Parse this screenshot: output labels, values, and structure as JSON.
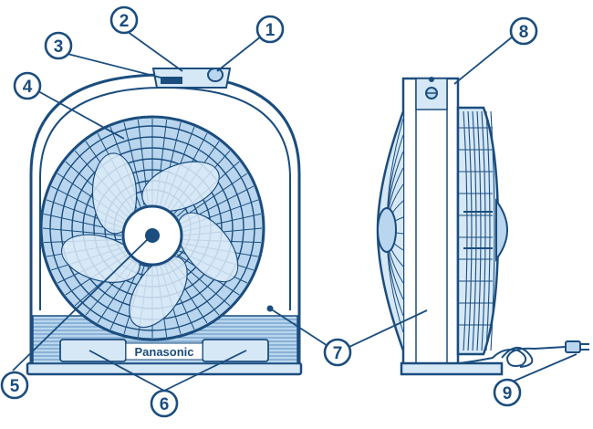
{
  "figure": {
    "brand_text": "Panasonic",
    "callouts": [
      "1",
      "2",
      "3",
      "4",
      "5",
      "6",
      "7",
      "8",
      "9"
    ],
    "colors": {
      "line": "#1b4d7e",
      "fill": "#b9d6ee",
      "fill_light": "#d6e8f6",
      "background": "#ffffff"
    }
  }
}
